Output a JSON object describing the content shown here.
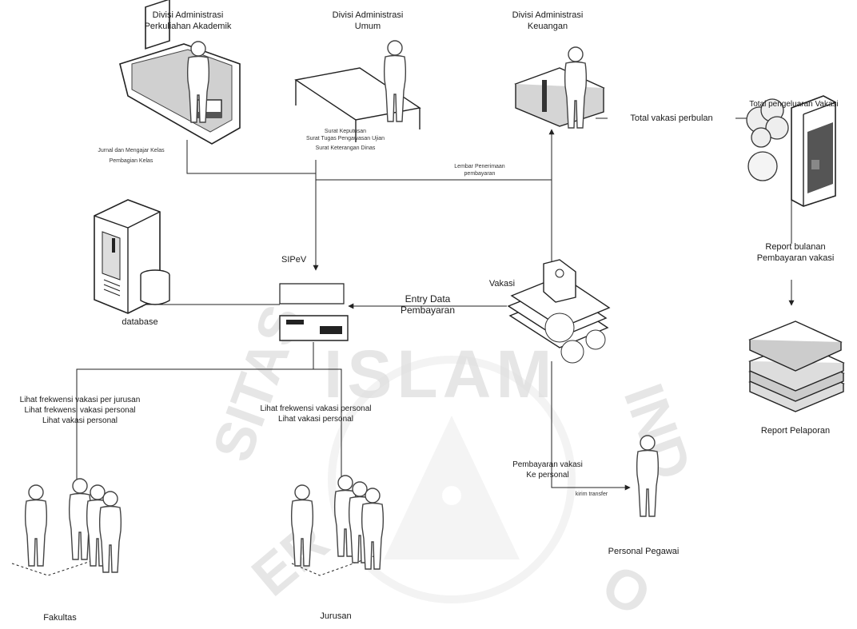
{
  "watermark": {
    "top": "ISLAM",
    "left": "SITAS",
    "left2": "ER",
    "right": "IND",
    "right2": "O"
  },
  "actors": {
    "akademik": {
      "title_1": "Divisi Administrasi",
      "title_2": "Perkuliahan Akademik"
    },
    "umum": {
      "title_1": "Divisi Administrasi",
      "title_2": "Umum"
    },
    "keuangan": {
      "title_1": "Divisi Administrasi",
      "title_2": "Keuangan"
    },
    "personal": {
      "title": "Personal Pegawai"
    },
    "fakultas": {
      "title": "Fakultas"
    },
    "jurusan": {
      "title": "Jurusan"
    }
  },
  "nodes": {
    "sipev": "SIPeV",
    "database": "database",
    "vakasi": "Vakasi",
    "report_bulanan_1": "Report bulanan",
    "report_bulanan_2": "Pembayaran vakasi",
    "report_pelaporan": "Report Pelaporan",
    "total_pengeluaran": "Total pengeluaran Vakasi"
  },
  "flows": {
    "akademik_docs_1": "Jurnal dan Mengajar Kelas",
    "akademik_docs_2": "Pembagian Kelas",
    "umum_docs_1": "Surat Keputusan",
    "umum_docs_2": "Surat Tugas Pengawasan Ujian",
    "umum_docs_3": "Surat Keterangan Dinas",
    "keuangan_docs_1": "Lembar Penerimaan",
    "keuangan_docs_2": "pembayaran",
    "total_perbulan": "Total vakasi perbulan",
    "entry_1": "Entry Data",
    "entry_2": "Pembayaran",
    "fakultas_1": "Lihat frekwensi vakasi per jurusan",
    "fakultas_2": "Lihat frekwensi vakasi personal",
    "fakultas_3": "Lihat vakasi personal",
    "jurusan_1": "Lihat frekwensi vakasi personal",
    "jurusan_2": "Lihat vakasi personal",
    "personal_1": "Pembayaran vakasi",
    "personal_2": "Ke personal",
    "personal_small": "kirim transfer"
  },
  "colors": {
    "line": "#222222",
    "figure": "#444444",
    "watermark": "#e6e6e6"
  }
}
